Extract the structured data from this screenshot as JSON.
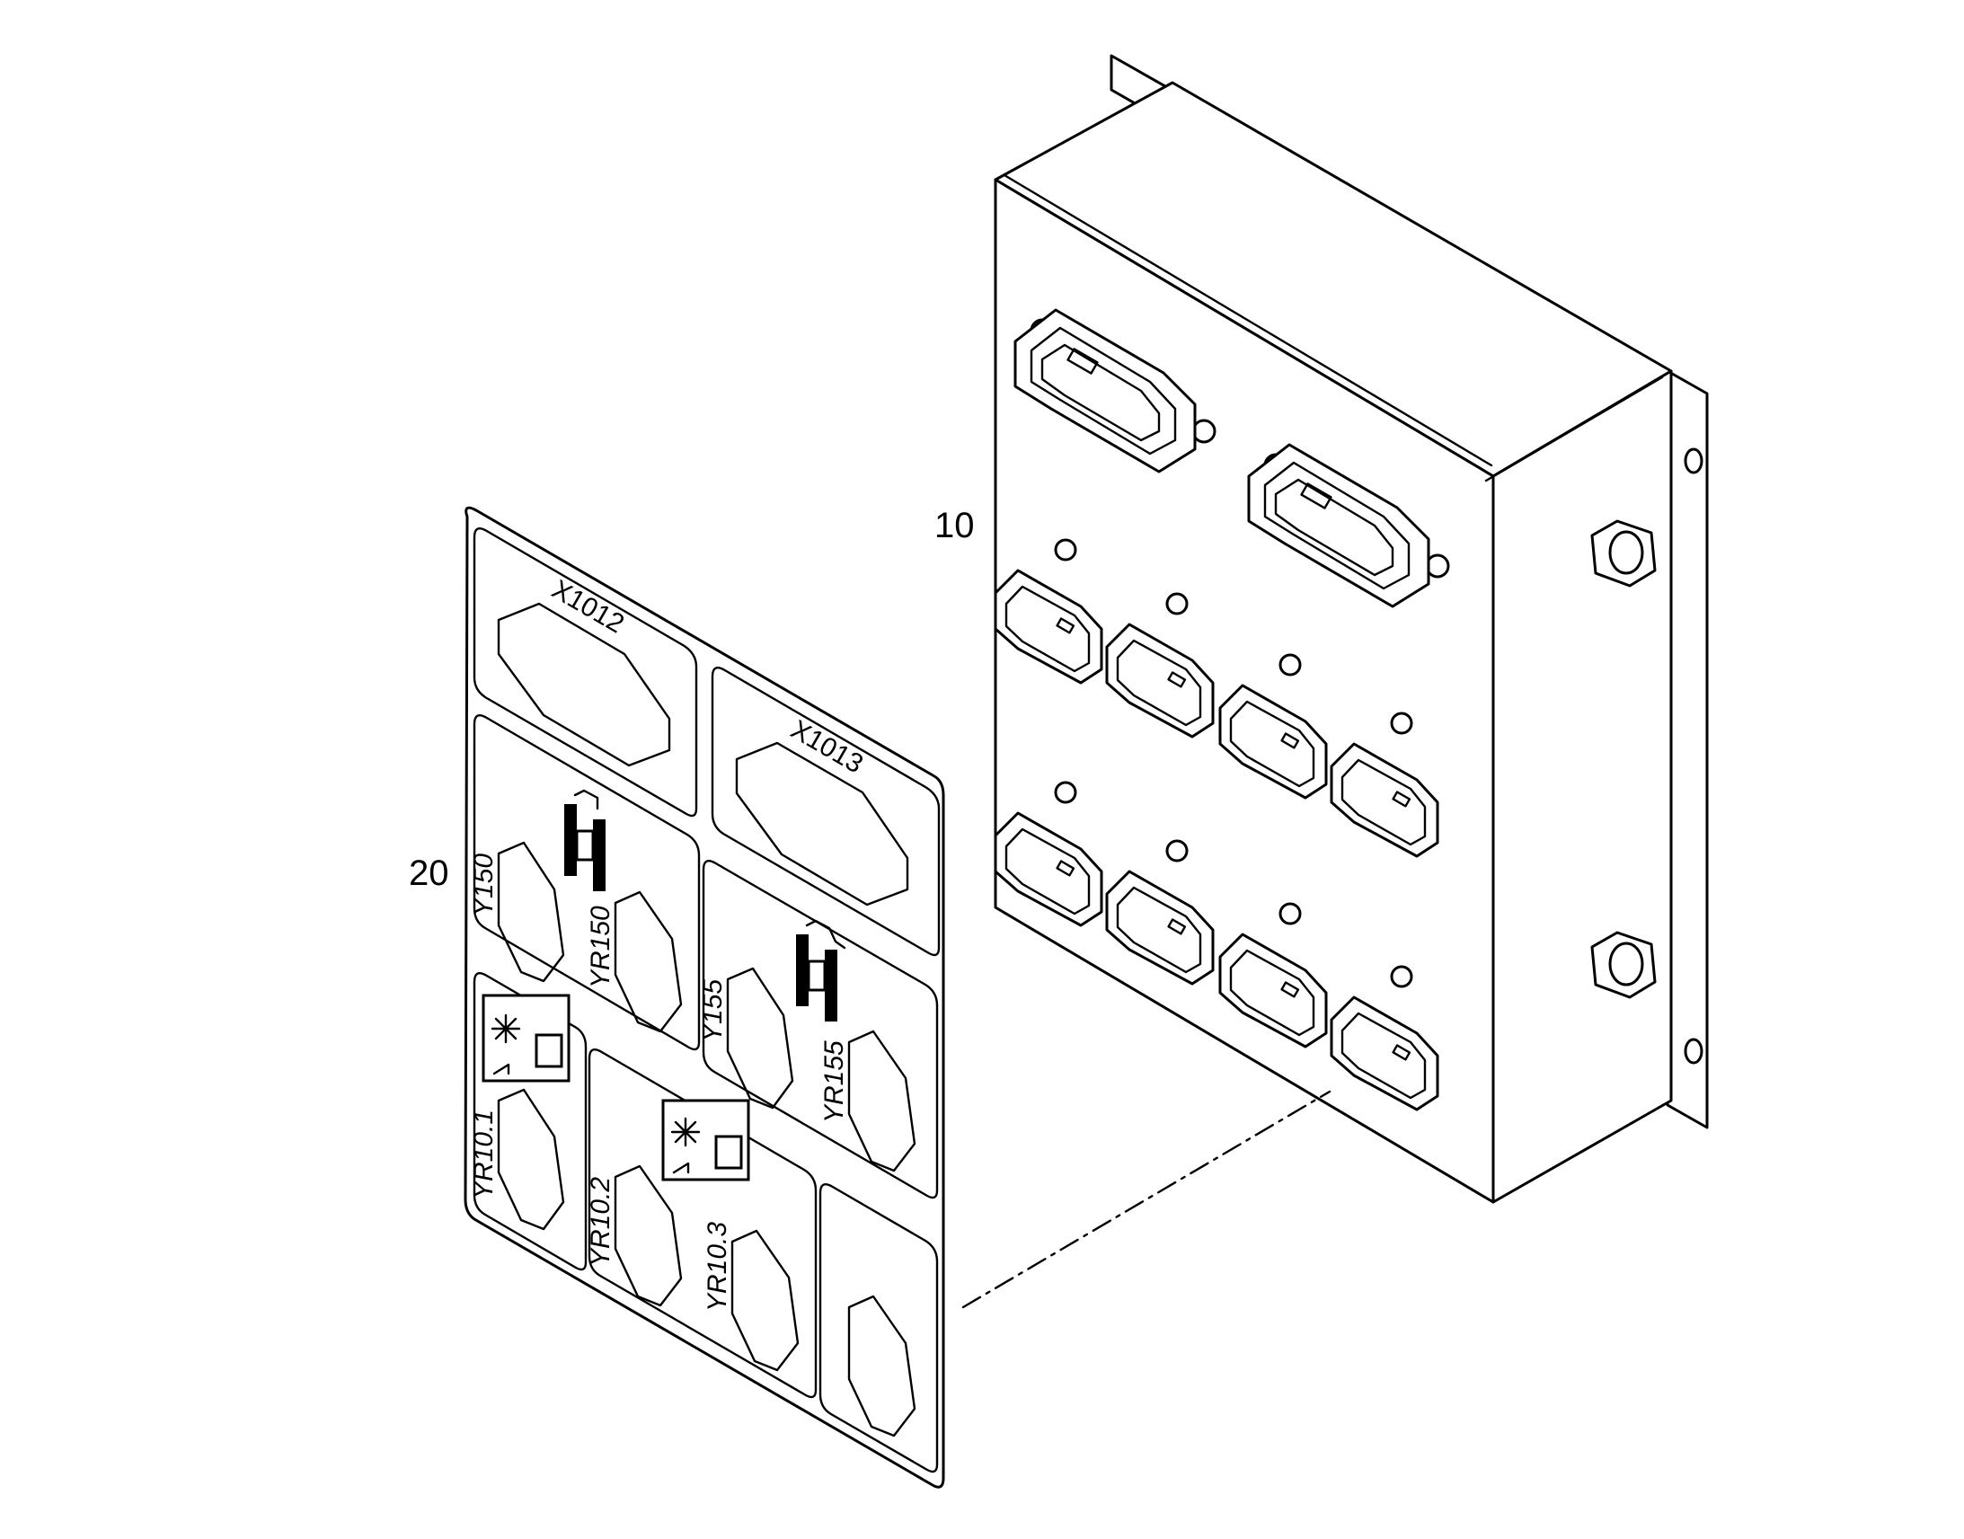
{
  "callouts": {
    "item_10": "10",
    "item_20": "20"
  },
  "decal_labels": {
    "x1012": "X1012",
    "x1013": "X1013",
    "y150": "Y150",
    "yr150": "YR150",
    "y155": "Y155",
    "yr155": "YR155",
    "yr10_1": "YR10.1",
    "yr10_2": "YR10.2",
    "yr10_3": "YR10.3"
  },
  "icons": {
    "hydraulic_valve_symbol": "hydraulic-valve-icon",
    "light_switch_symbol": "light-switch-icon"
  },
  "colors": {
    "line": "#000000",
    "background": "#ffffff"
  }
}
